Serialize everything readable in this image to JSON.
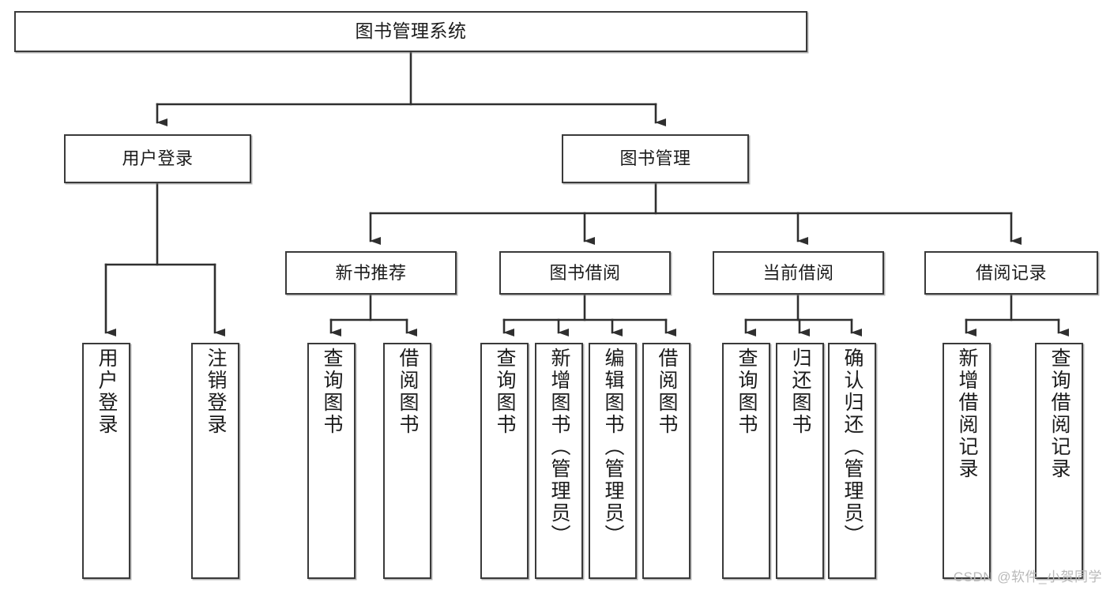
{
  "diagram": {
    "title": "图书管理系统",
    "watermark": "CSDN @软件_小贺同学",
    "style": {
      "box_border_color": "#3a3a3a",
      "box_fill": "#ffffff",
      "line_color": "#2f2f2f",
      "text_color": "#1b1b1b",
      "watermark_color": "#b9b9b9"
    },
    "nodes": {
      "root": {
        "label": "图书管理系统"
      },
      "level2": [
        {
          "id": "user-login",
          "label": "用户登录"
        },
        {
          "id": "book-manage",
          "label": "图书管理"
        }
      ],
      "level3": [
        {
          "id": "new-book-recommend",
          "label": "新书推荐"
        },
        {
          "id": "book-borrow",
          "label": "图书借阅"
        },
        {
          "id": "current-borrow",
          "label": "当前借阅"
        },
        {
          "id": "borrow-record",
          "label": "借阅记录"
        }
      ],
      "leaves": {
        "user-login": [
          {
            "id": "leaf-user-login",
            "label": "用户登录"
          },
          {
            "id": "leaf-logout-login",
            "label": "注销登录"
          }
        ],
        "new-book-recommend": [
          {
            "id": "leaf-query-book-1",
            "label": "查询图书"
          },
          {
            "id": "leaf-borrow-book-1",
            "label": "借阅图书"
          }
        ],
        "book-borrow": [
          {
            "id": "leaf-query-book-2",
            "label": "查询图书"
          },
          {
            "id": "leaf-add-book",
            "label": "新增图书（管理员）"
          },
          {
            "id": "leaf-edit-book",
            "label": "编辑图书（管理员）"
          },
          {
            "id": "leaf-borrow-book-2",
            "label": "借阅图书"
          }
        ],
        "current-borrow": [
          {
            "id": "leaf-query-book-3",
            "label": "查询图书"
          },
          {
            "id": "leaf-return-book",
            "label": "归还图书"
          },
          {
            "id": "leaf-confirm-return",
            "label": "确认归还（管理员）"
          }
        ],
        "borrow-record": [
          {
            "id": "leaf-add-record",
            "label": "新增借阅记录"
          },
          {
            "id": "leaf-query-record",
            "label": "查询借阅记录"
          }
        ]
      }
    }
  }
}
